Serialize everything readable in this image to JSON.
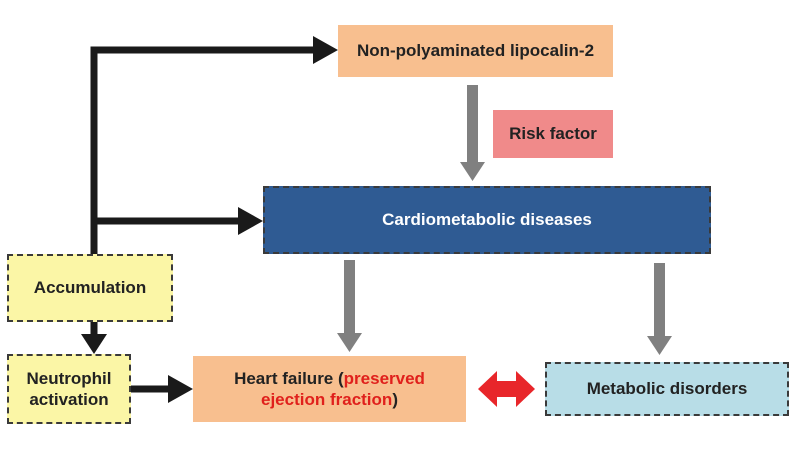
{
  "colors": {
    "orange_box": "#f8bf8f",
    "risk_box": "#f08a8a",
    "blue_box": "#2f5b93",
    "yellow_box": "#fbf6a6",
    "lightblue_box": "#b8dde7",
    "black_arrow": "#1a1a1a",
    "gray_arrow": "#808080",
    "red_arrow": "#e8262a",
    "highlight_text": "#e0201c"
  },
  "nodes": {
    "non_polyaminated": "Non-polyaminated lipocalin-2",
    "risk_factor": "Risk factor",
    "cardiometabolic": "Cardiometabolic diseases",
    "accumulation": "Accumulation",
    "neutrophil_line1": "Neutrophil",
    "neutrophil_line2": "activation",
    "heart_failure_pre": "Heart failure (",
    "heart_failure_highlight1": "preserved",
    "heart_failure_highlight2": "ejection fraction",
    "heart_failure_post": ")",
    "metabolic_disorders": "Metabolic disorders"
  },
  "arrows": [
    {
      "from": "accumulation",
      "to": "non_polyaminated",
      "style": "black"
    },
    {
      "from": "accumulation",
      "to": "cardiometabolic",
      "style": "black"
    },
    {
      "from": "accumulation",
      "to": "neutrophil_activation",
      "style": "black"
    },
    {
      "from": "neutrophil_activation",
      "to": "heart_failure",
      "style": "black"
    },
    {
      "from": "non_polyaminated",
      "to": "cardiometabolic",
      "style": "gray"
    },
    {
      "from": "cardiometabolic",
      "to": "heart_failure",
      "style": "gray"
    },
    {
      "from": "cardiometabolic",
      "to": "metabolic_disorders",
      "style": "gray"
    },
    {
      "from": "heart_failure",
      "to": "metabolic_disorders",
      "style": "red-bidirectional"
    }
  ]
}
